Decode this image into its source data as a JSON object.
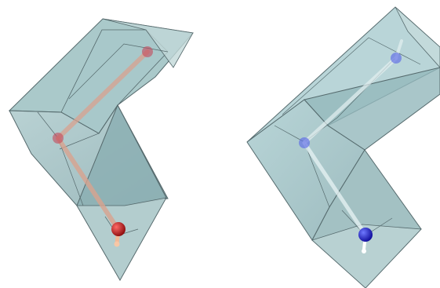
{
  "figure": {
    "panel_count": 2,
    "panels": [
      {
        "id": "left",
        "shape": "bent-rectangular-tube",
        "body_color": "#8fb5b8",
        "edge_color": "#596c70",
        "rod_color": "#d9a18b",
        "joint_color": "#c0384a",
        "end_joint_color": "#a10f12",
        "end_tip_color": "#f5c29f"
      },
      {
        "id": "right",
        "shape": "bent-rectangular-tube",
        "body_color": "#95bec1",
        "edge_color": "#5d7174",
        "rod_color": "#e3eff0",
        "joint_color": "#5f6be0",
        "end_joint_color": "#1611c9",
        "end_tip_color": "#ffffff"
      }
    ]
  }
}
